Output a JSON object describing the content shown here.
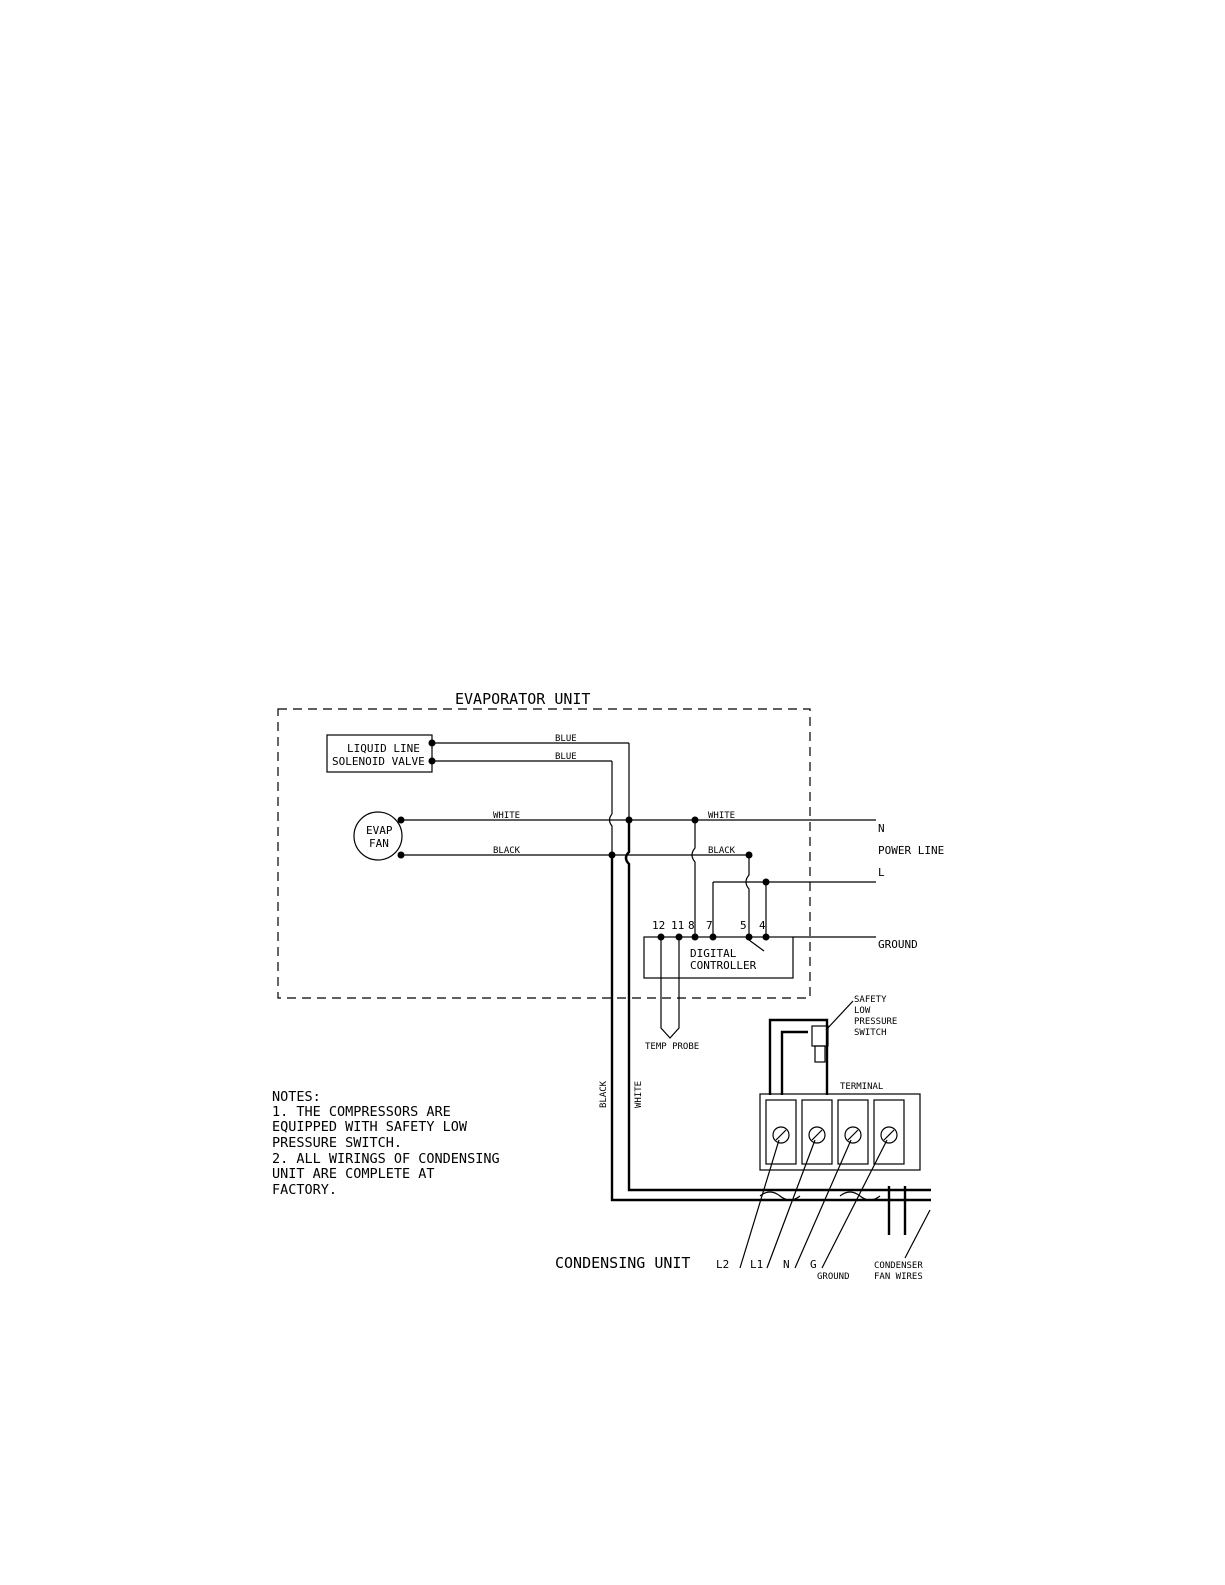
{
  "diagram": {
    "title": "EVAPORATOR UNIT",
    "components": {
      "solenoid_valve": [
        "LIQUID LINE",
        "SOLENOID VALVE"
      ],
      "evap_fan": [
        "EVAP",
        "FAN"
      ],
      "controller": [
        "DIGITAL",
        "CONTROLLER"
      ],
      "temp_probe": "TEMP PROBE",
      "low_pressure_switch": [
        "SAFETY",
        "LOW",
        "PRESSURE",
        "SWITCH"
      ],
      "terminal": "TERMINAL",
      "condenser_fan_wires": [
        "CONDENSER",
        "FAN WIRES"
      ]
    },
    "wire_labels": {
      "blue_top": "BLUE",
      "blue_bottom": "BLUE",
      "white_left": "WHITE",
      "black_left": "BLACK",
      "white_right": "WHITE",
      "black_right": "BLACK",
      "black_vertical": "BLACK",
      "white_vertical": "WHITE"
    },
    "controller_terminals": [
      "12",
      "11",
      "8",
      "7",
      "5",
      "4"
    ],
    "power_line": {
      "n": "N",
      "label": "POWER LINE",
      "l": "L",
      "ground": "GROUND"
    },
    "condensing_unit": {
      "label": "CONDENSING UNIT",
      "terminals": [
        "L2",
        "L1",
        "N",
        "G"
      ],
      "ground_label": "GROUND"
    },
    "notes": [
      "NOTES:",
      "1. THE COMPRESSORS ARE",
      "EQUIPPED WITH SAFETY LOW",
      "PRESSURE SWITCH.",
      "2. ALL WIRINGS OF CONDENSING",
      "UNIT ARE COMPLETE AT",
      "FACTORY."
    ]
  }
}
